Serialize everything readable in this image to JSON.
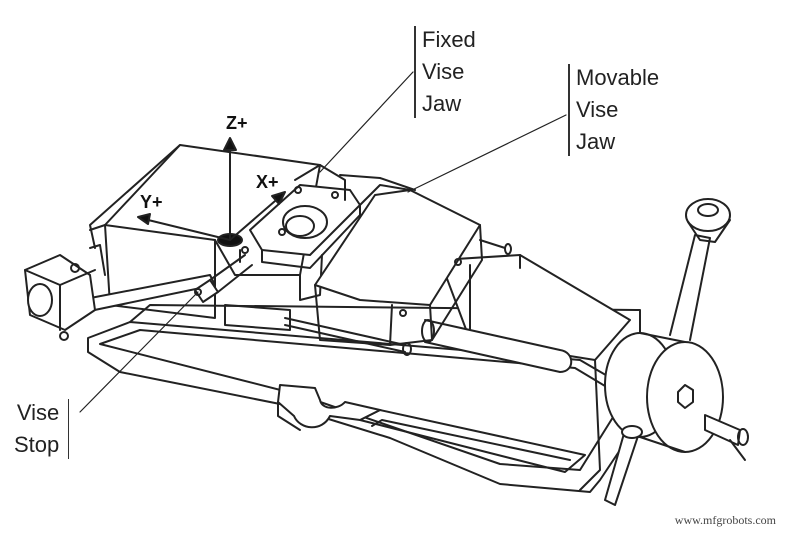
{
  "callouts": {
    "fixed_jaw": [
      "Fixed",
      "Vise",
      "Jaw"
    ],
    "movable_jaw": [
      "Movable",
      "Vise",
      "Jaw"
    ],
    "vise_stop": [
      "Vise",
      "Stop"
    ]
  },
  "axes": {
    "z": "Z+",
    "x": "X+",
    "y": "Y+"
  },
  "watermark": "www.mfgrobots.com",
  "colors": {
    "line": "#222222",
    "background": "#ffffff"
  }
}
